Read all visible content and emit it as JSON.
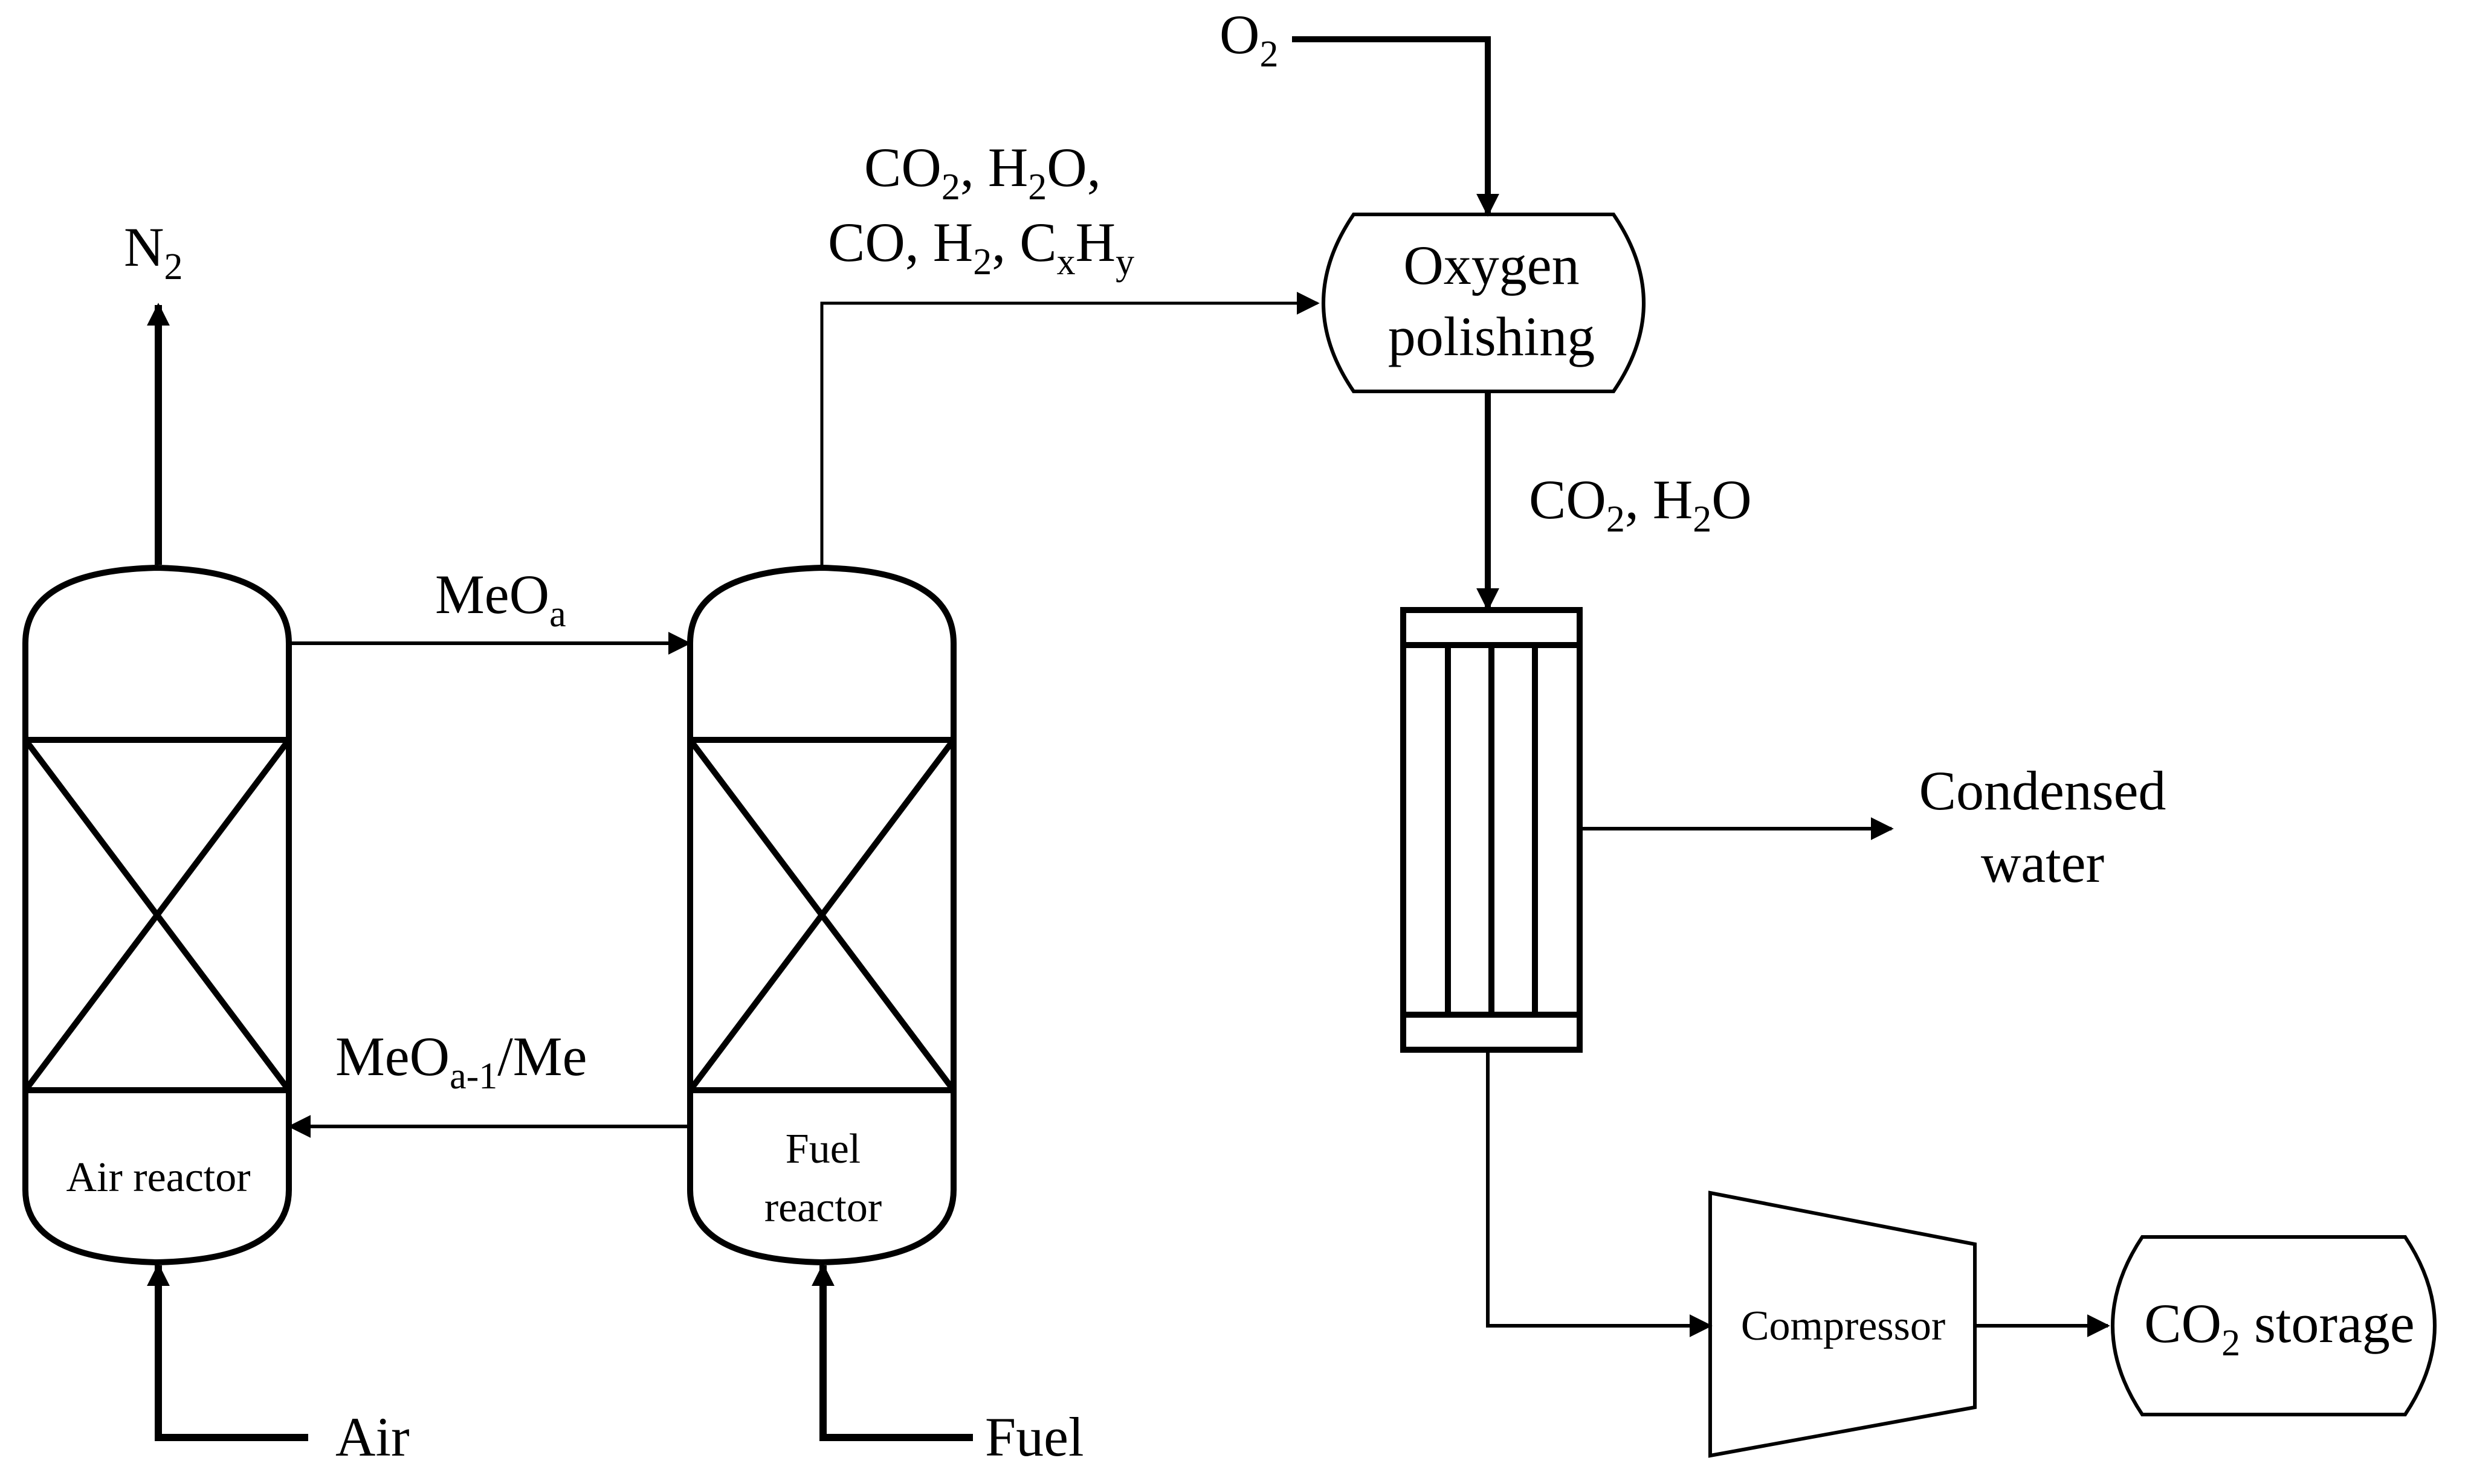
{
  "streams": {
    "n2": {
      "main": "N",
      "sub": "2"
    },
    "o2": {
      "main": "O",
      "sub": "2"
    },
    "meoa": {
      "main": "MeO",
      "sub": "a"
    },
    "meoa1": {
      "main": "MeO",
      "sub": "a-1",
      "tail": "/Me"
    },
    "fr_out_line1": {
      "p1": "CO",
      "s1": "2",
      "p2": ", H",
      "s2": "2",
      "p3": "O,"
    },
    "fr_out_line2": {
      "p1": "CO, H",
      "s1": "2",
      "p2": ", C",
      "s2": "x",
      "p3": "H",
      "s3": "y"
    },
    "polish_out": {
      "p1": "CO",
      "s1": "2",
      "p2": ", H",
      "s2": "2",
      "p3": "O"
    },
    "air": "Air",
    "fuel": "Fuel",
    "condensed_line1": "Condensed",
    "condensed_line2": "water"
  },
  "units": {
    "air_reactor": "Air reactor",
    "fuel_reactor_line1": "Fuel",
    "fuel_reactor_line2": "reactor",
    "oxygen_polishing_line1": "Oxygen",
    "oxygen_polishing_line2": "polishing",
    "compressor": "Compressor",
    "co2_storage": {
      "p1": "CO",
      "s1": "2",
      "p2": " storage"
    }
  }
}
